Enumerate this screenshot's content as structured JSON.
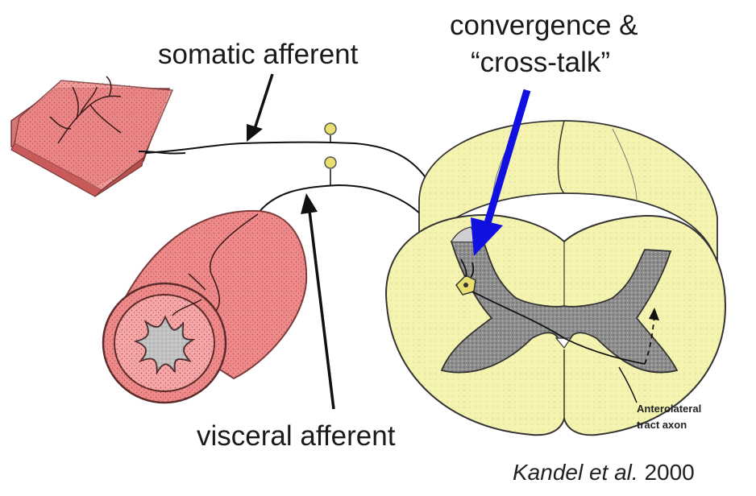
{
  "labels": {
    "somatic": "somatic afferent",
    "convergence_line1": "convergence &",
    "convergence_line2": "“cross-talk”",
    "visceral": "visceral afferent",
    "anterolateral_line1": "Anterolateral",
    "anterolateral_line2": "tract axon"
  },
  "citation": {
    "authors": "Kandel et al.",
    "year": " 2000"
  },
  "colors": {
    "skin": "#f08a8a",
    "skin_edge": "#c85a5a",
    "cord_white_matter": "#f4f3b0",
    "cord_gray_matter": "#8f8f8f",
    "arrow_blue": "#1010e0",
    "ganglion": "#e8e070"
  },
  "icons": {
    "arrow_somatic": "black-arrow",
    "arrow_visceral": "black-arrow",
    "arrow_convergence": "blue-arrow"
  }
}
